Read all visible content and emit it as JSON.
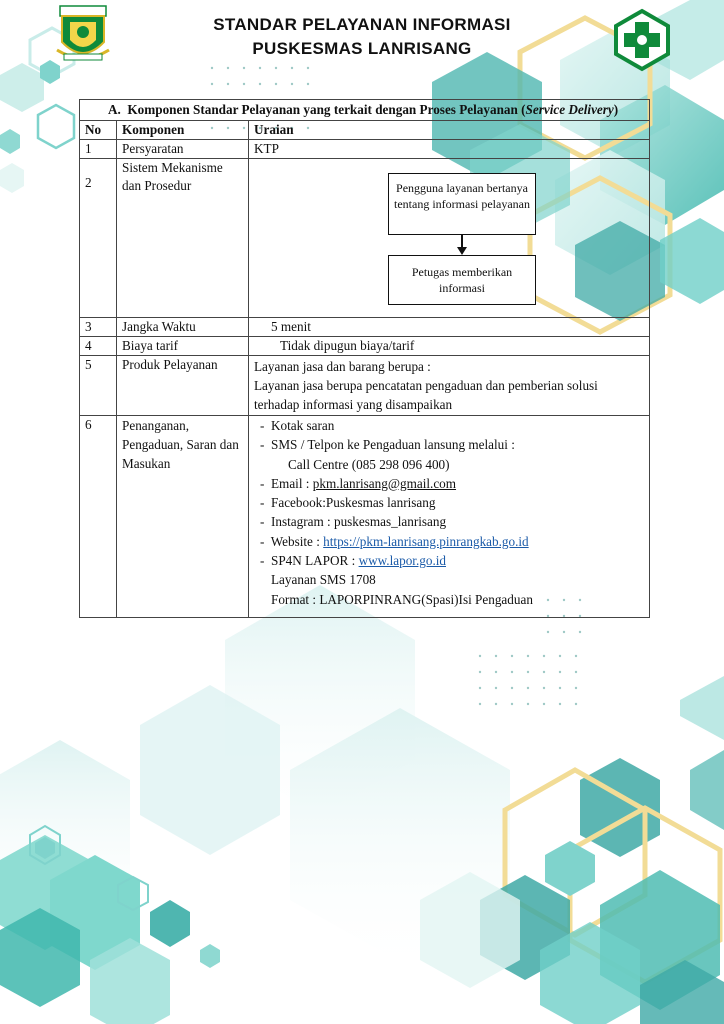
{
  "header": {
    "title_line1": "STANDAR PELAYANAN INFORMASI",
    "title_line2": "PUSKESMAS LANRISANG"
  },
  "section": {
    "prefix": "A.",
    "title": "Komponen Standar Pelayanan yang terkait dengan Proses Pelayanan (",
    "title_italic": "Service Delivery",
    "title_end": ")"
  },
  "table": {
    "col_no": "No",
    "col_komponen": "Komponen",
    "col_uraian": "Uraian",
    "rows": [
      {
        "no": "1",
        "komponen": "Persyaratan",
        "uraian": "KTP"
      },
      {
        "no": "2",
        "komponen": "Sistem Mekanisme dan Prosedur",
        "flow_step1": "Pengguna layanan bertanya tentang informasi pelayanan",
        "flow_step2": "Petugas memberikan informasi"
      },
      {
        "no": "3",
        "komponen": "Jangka Waktu",
        "uraian": "5 menit"
      },
      {
        "no": "4",
        "komponen": "Biaya tarif",
        "uraian": "Tidak dipugun biaya/tarif"
      },
      {
        "no": "5",
        "komponen": "Produk Pelayanan",
        "uraian_line1": "Layanan jasa dan barang berupa :",
        "uraian_line2": "Layanan jasa berupa pencatatan pengaduan dan pemberian solusi terhadap informasi yang disampaikan"
      },
      {
        "no": "6",
        "komponen": "Penanganan, Pengaduan, Saran dan Masukan",
        "items": {
          "kotak": "Kotak saran",
          "sms": "SMS / Telpon ke Pengaduan lansung melalui :",
          "callcentre": "Call Centre  (085 298 096 400)",
          "email_label": "Email : ",
          "email_value": "pkm.lanrisang@gmail.com",
          "facebook": "Facebook:Puskesmas lanrisang",
          "instagram": "Instagram : puskesmas_lanrisang",
          "website_label": "Website : ",
          "website_value": "https://pkm-lanrisang.pinrangkab.go.id",
          "lapor_label": "SP4N LAPOR : ",
          "lapor_value": "www.lapor.go.id",
          "sms1708": "Layanan SMS 1708",
          "format": "Format : LAPORPINRANG(Spasi)Isi Pengaduan"
        }
      }
    ]
  },
  "colors": {
    "teal_dark": "#3fa9a6",
    "teal_mid": "#6fd0c8",
    "teal_light": "#c7ecea",
    "gold": "#f2dc96",
    "link": "#1a5aa8",
    "logo_green": "#0f8a3a"
  },
  "icons": {
    "left_logo": "regency-emblem-icon",
    "right_logo": "health-cross-icon"
  }
}
